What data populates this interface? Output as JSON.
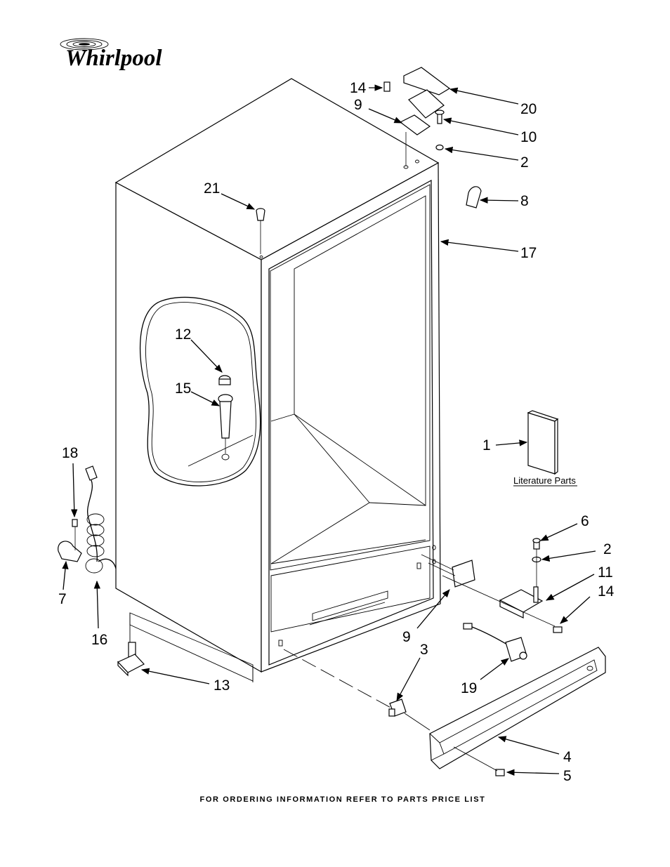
{
  "brand": {
    "name": "Whirlpool"
  },
  "literature_label": "Literature Parts",
  "footer": "FOR ORDERING INFORMATION REFER TO PARTS PRICE LIST",
  "callouts": [
    {
      "id": "c14a",
      "label": "14"
    },
    {
      "id": "c9a",
      "label": "9"
    },
    {
      "id": "c20",
      "label": "20"
    },
    {
      "id": "c10",
      "label": "10"
    },
    {
      "id": "c2a",
      "label": "2"
    },
    {
      "id": "c8",
      "label": "8"
    },
    {
      "id": "c21",
      "label": "21"
    },
    {
      "id": "c17",
      "label": "17"
    },
    {
      "id": "c12",
      "label": "12"
    },
    {
      "id": "c15",
      "label": "15"
    },
    {
      "id": "c1",
      "label": "1"
    },
    {
      "id": "c18",
      "label": "18"
    },
    {
      "id": "c6",
      "label": "6"
    },
    {
      "id": "c2b",
      "label": "2"
    },
    {
      "id": "c11",
      "label": "11"
    },
    {
      "id": "c14b",
      "label": "14"
    },
    {
      "id": "c7",
      "label": "7"
    },
    {
      "id": "c16",
      "label": "16"
    },
    {
      "id": "c9b",
      "label": "9"
    },
    {
      "id": "c3",
      "label": "3"
    },
    {
      "id": "c19",
      "label": "19"
    },
    {
      "id": "c13",
      "label": "13"
    },
    {
      "id": "c4",
      "label": "4"
    },
    {
      "id": "c5",
      "label": "5"
    }
  ]
}
